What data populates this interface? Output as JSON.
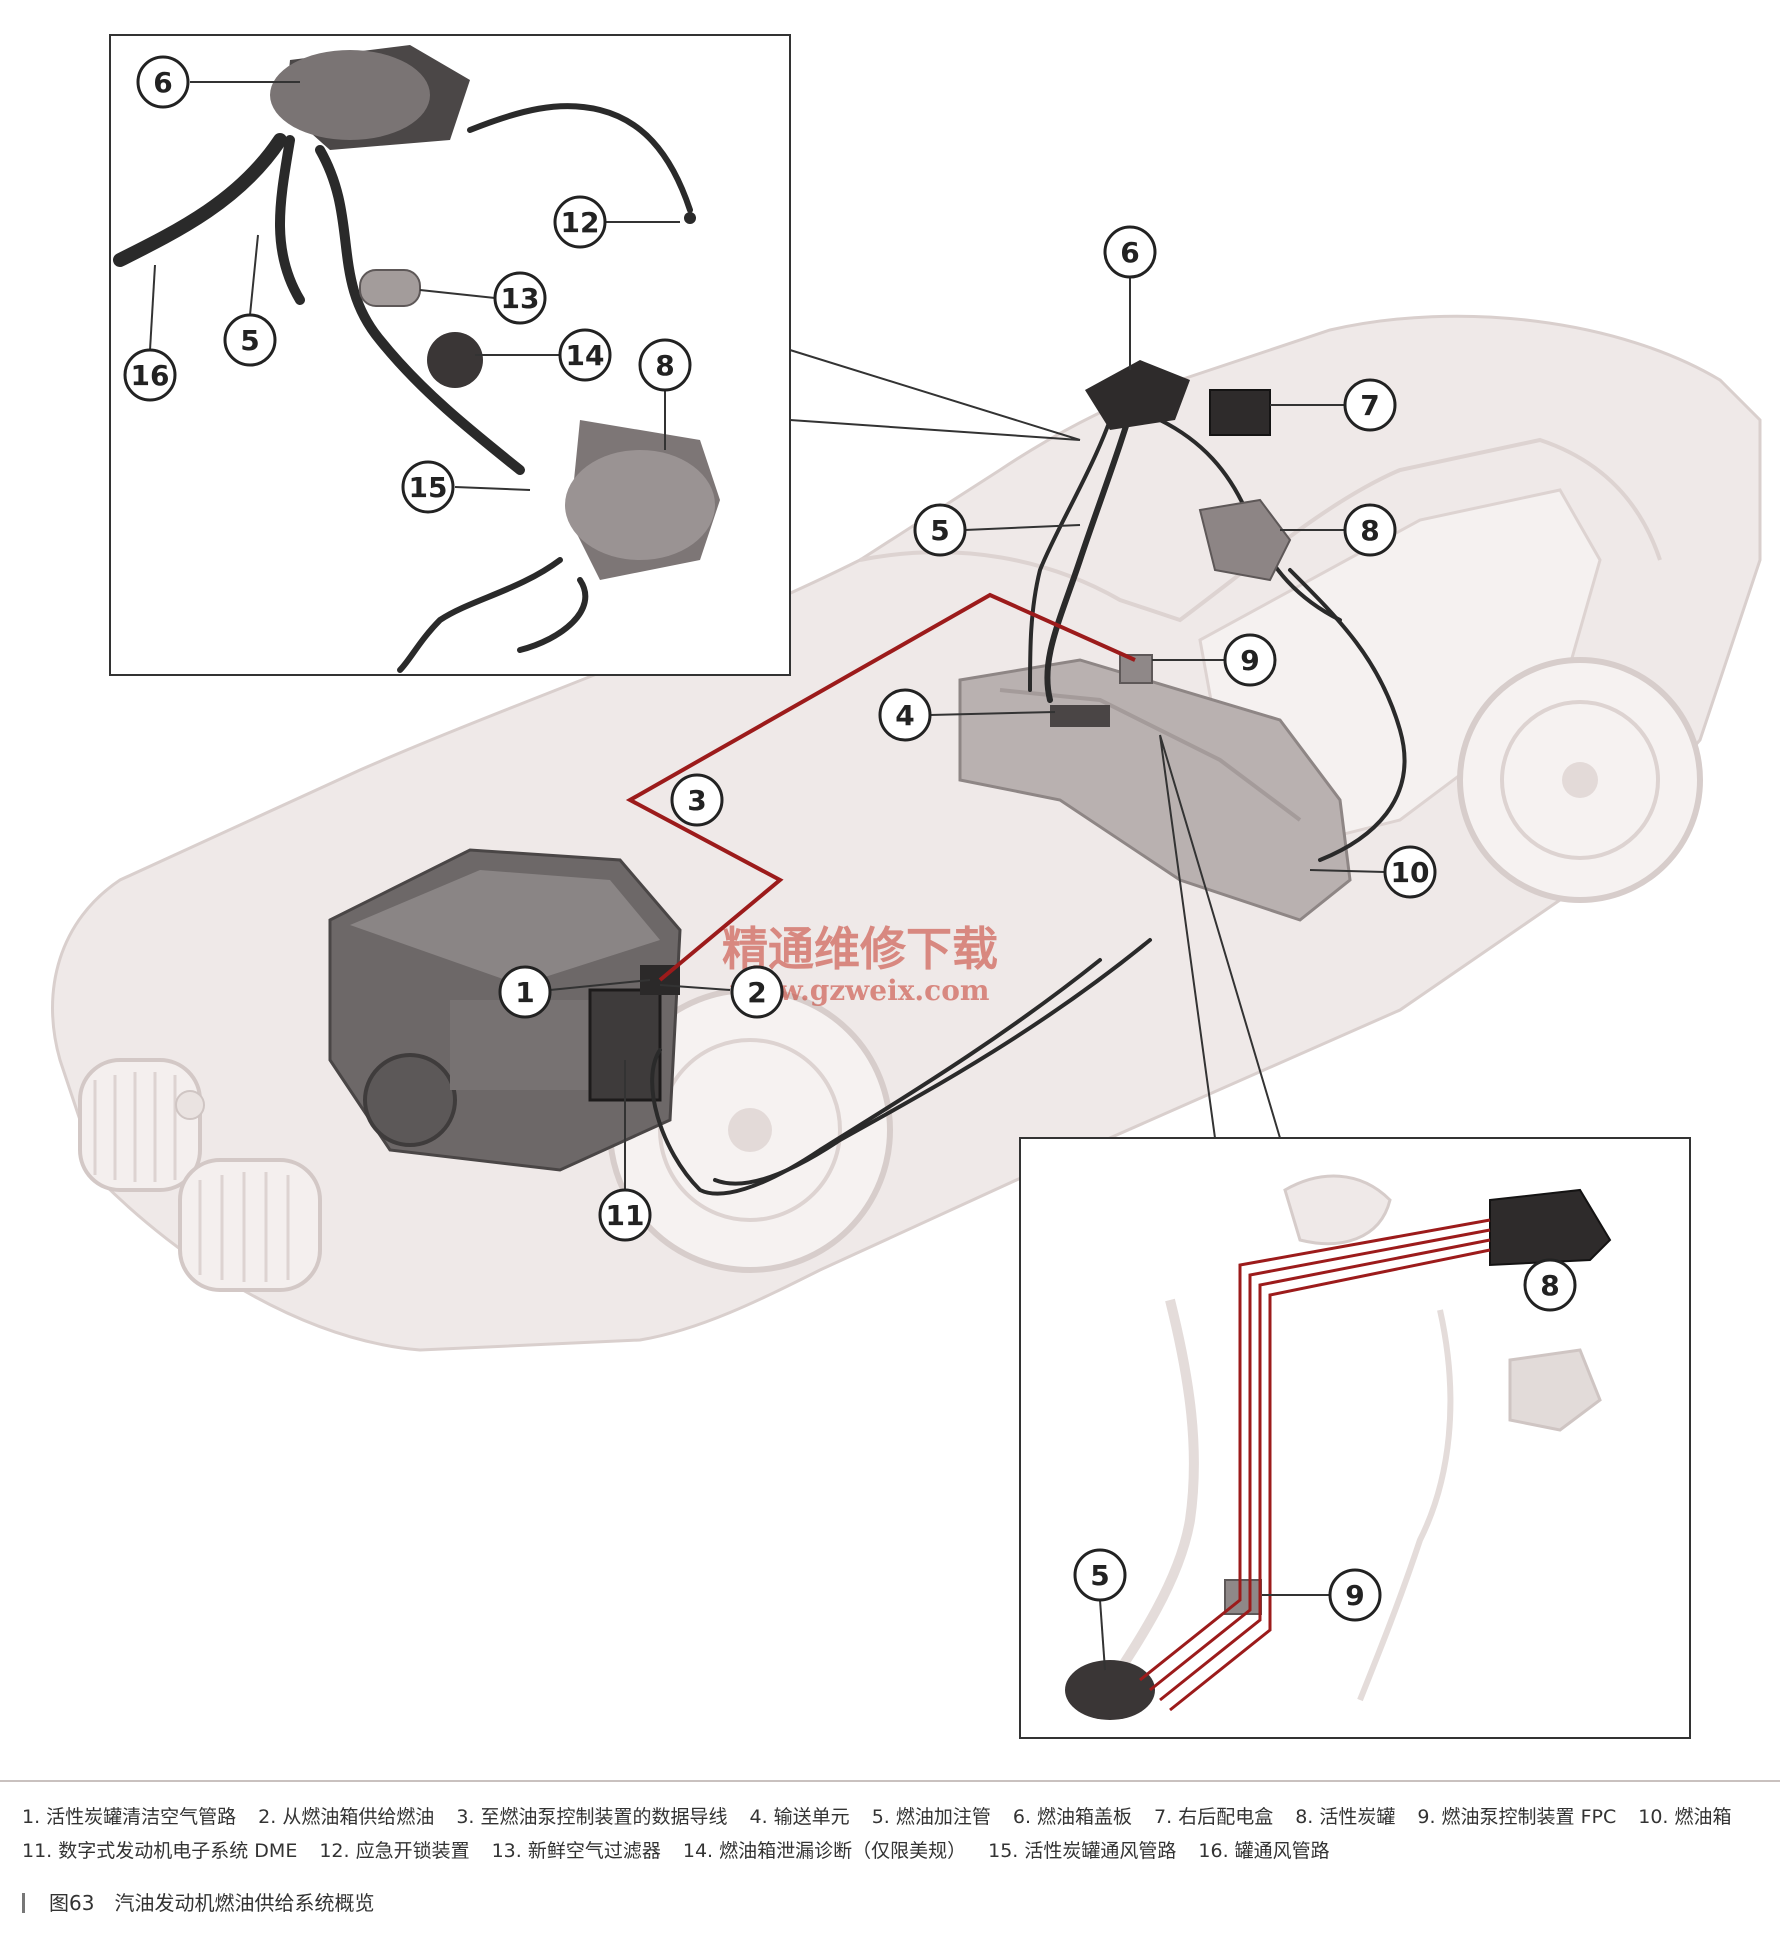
{
  "watermark": {
    "title": "精通维修下载",
    "url": "www.gzweix.com",
    "color": "#c8483a"
  },
  "colors": {
    "data_wire": "#9c1b1b",
    "hose": "#2a2a2a",
    "car_body": "#efe9e8"
  },
  "callouts": {
    "main": [
      "1",
      "2",
      "3",
      "4",
      "5",
      "6",
      "7",
      "8",
      "9",
      "10",
      "11"
    ],
    "inset_top": [
      "6",
      "12",
      "13",
      "5",
      "16",
      "14",
      "8",
      "15"
    ],
    "inset_bottom": [
      "8",
      "5",
      "9"
    ]
  },
  "legend": [
    "1. 活性炭罐清洁空气管路",
    "2. 从燃油箱供给燃油",
    "3. 至燃油泵控制装置的数据导线",
    "4. 输送单元",
    "5. 燃油加注管",
    "6. 燃油箱盖板",
    "7. 右后配电盒",
    "8. 活性炭罐",
    "9. 燃油泵控制装置 FPC",
    "10. 燃油箱",
    "11. 数字式发动机电子系统 DME",
    "12. 应急开锁装置",
    "13. 新鲜空气过滤器",
    "14. 燃油箱泄漏诊断（仅限美规）",
    "15. 活性炭罐通风管路",
    "16. 罐通风管路"
  ],
  "figure_caption": "图63　汽油发动机燃油供给系统概览"
}
